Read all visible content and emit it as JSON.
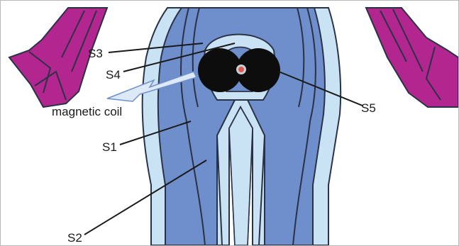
{
  "diagram": {
    "labels": {
      "s3": "S3",
      "s4": "S4",
      "s5": "S5",
      "s1": "S1",
      "s2": "S2",
      "coil": "magnetic coil"
    },
    "colors": {
      "dermatome_outer": "#c9e2f4",
      "dermatome_inner": "#6f8fcc",
      "contour_line": "#2a3245",
      "arms": "#b3268f",
      "coil_discs": "#0d0d0d",
      "coil_center": "#e05a4a",
      "arrow": "#dde9f7"
    }
  }
}
